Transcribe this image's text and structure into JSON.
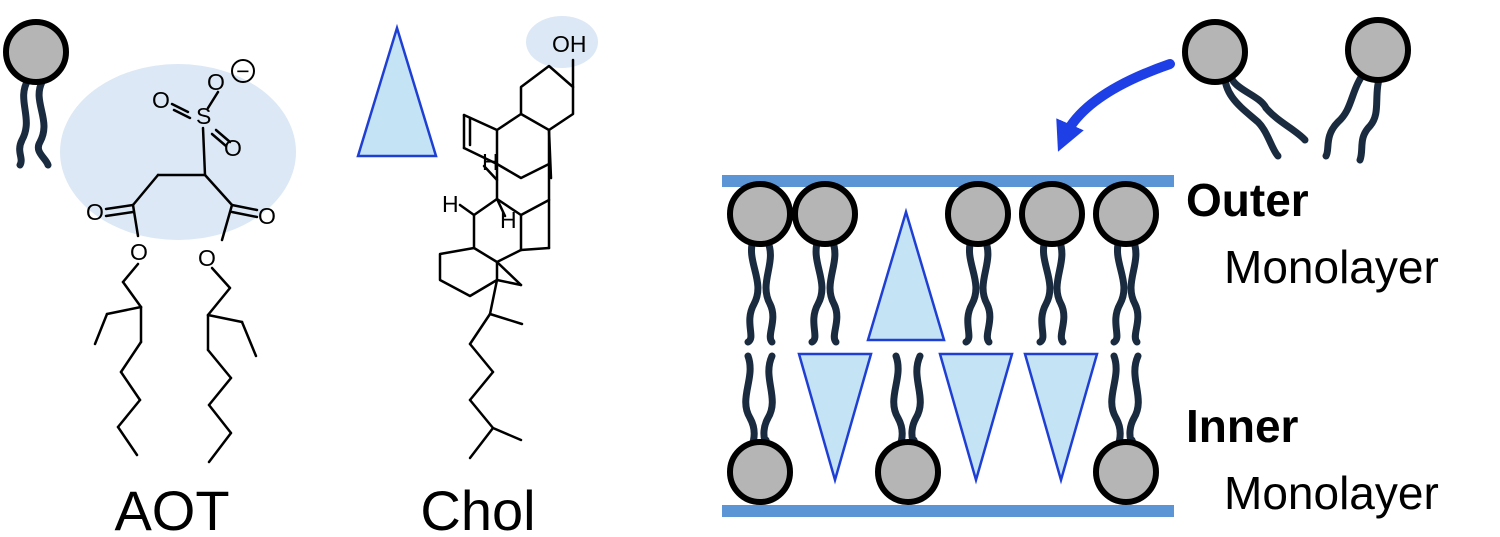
{
  "labels": {
    "aot": "AOT",
    "chol": "Chol",
    "outer_bold": "Outer",
    "outer_rest": "Monolayer",
    "inner_bold": "Inner",
    "inner_rest": "Monolayer"
  },
  "atoms": {
    "oxygen": "O",
    "sulfur": "S",
    "hydroxyl": "OH",
    "hydrogen": "H",
    "charge": "−"
  },
  "colors": {
    "lipid_head": "#b5b5b5",
    "lipid_tail": "#1b2b3f",
    "polar_region": "#dce8f5",
    "cholesterol_fill": "#c4e3f5",
    "cholesterol_outline": "#1f3fd4",
    "membrane_bar": "#5b95d6",
    "arrow": "#1f3fe6"
  },
  "icons": [
    "lipid-icon",
    "cholesterol-triangle-icon",
    "insertion-arrow-icon"
  ]
}
